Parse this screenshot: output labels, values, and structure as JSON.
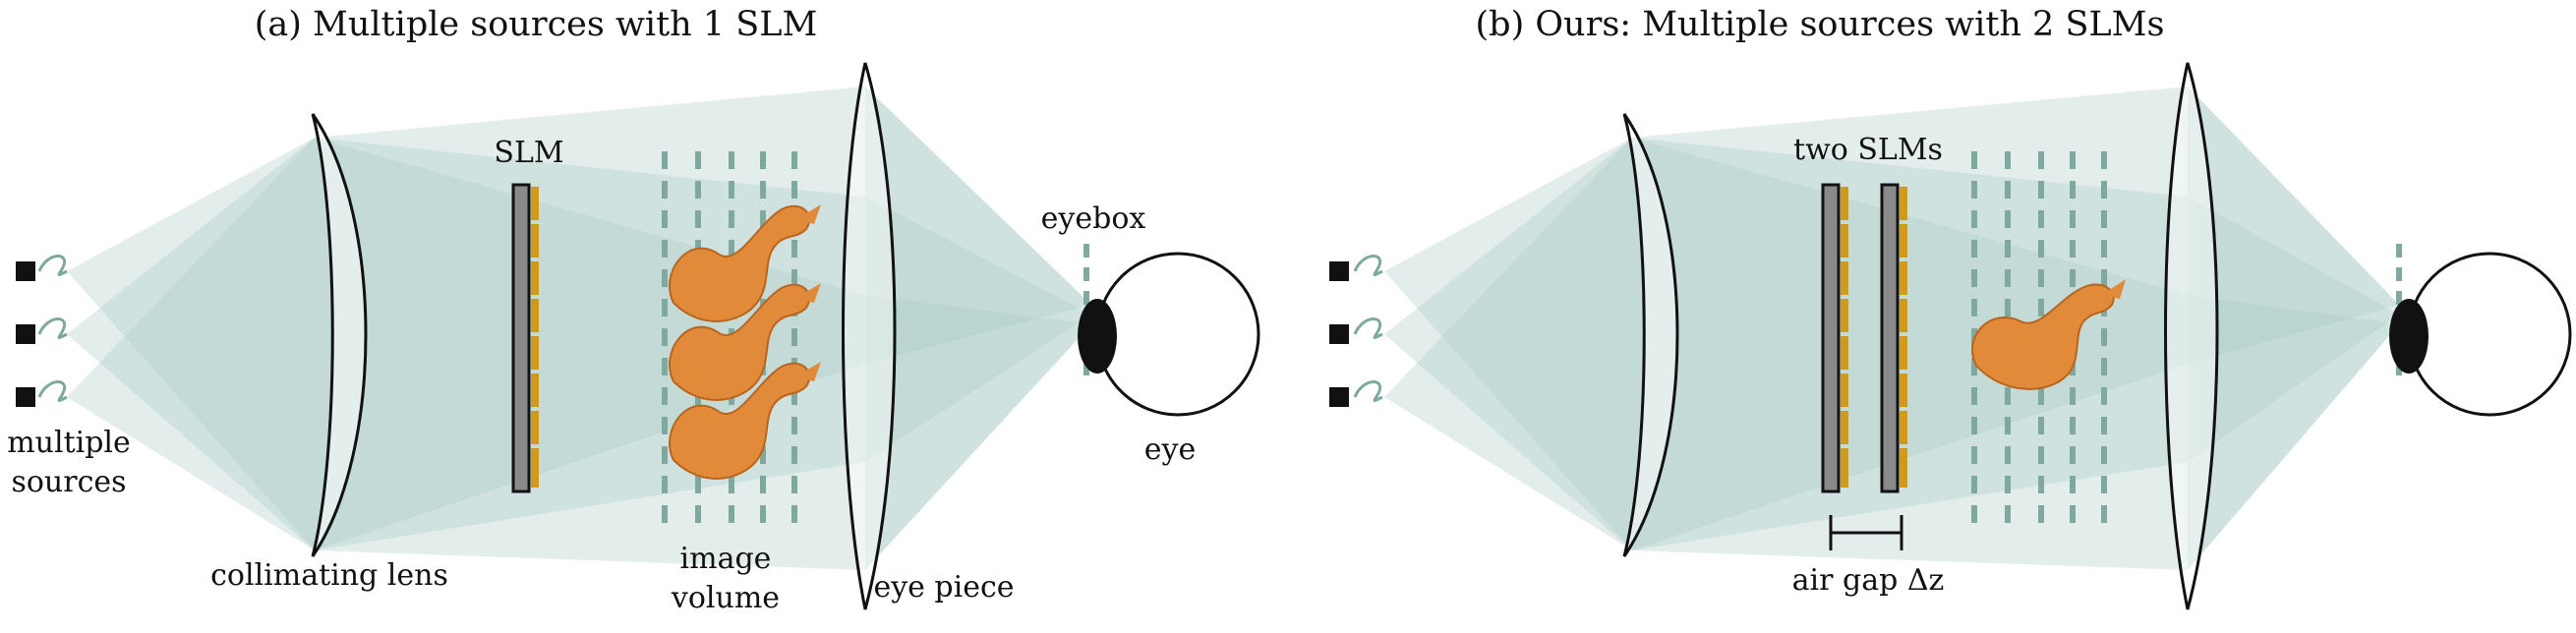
{
  "colors": {
    "beam": "#a9cbc4",
    "beam_dark": "#8fb3ab",
    "slm_body": "#8a8a8a",
    "slm_pixels": "#d19a1a",
    "dashed_plane": "#7fa89f",
    "dragon": "#e08a3a",
    "ink": "#111111"
  },
  "panel_a": {
    "title": "(a) Multiple sources with 1 SLM",
    "labels": {
      "sources": [
        "multiple",
        "sources"
      ],
      "lens": "collimating lens",
      "slm": "SLM",
      "volume": [
        "image",
        "volume"
      ],
      "eyepiece": "eye piece",
      "eyebox": "eyebox",
      "eye": "eye"
    }
  },
  "panel_b": {
    "title": "(b) Ours: Multiple sources with 2 SLMs",
    "labels": {
      "slms": "two SLMs",
      "gap": "air gap Δz"
    }
  },
  "icons": {
    "source": "light-source-icon",
    "fiber": "fiber-loop-icon",
    "dragon": "dragon-model-icon",
    "eye": "eye-icon"
  }
}
